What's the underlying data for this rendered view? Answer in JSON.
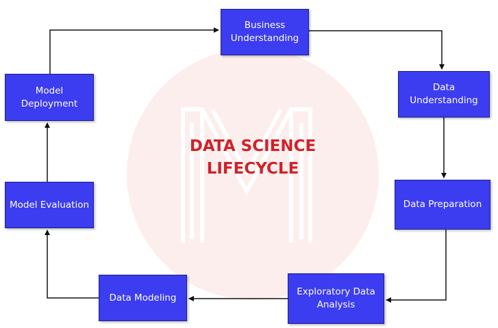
{
  "title_lines": [
    "DATA SCIENCE",
    "LIFECYCLE"
  ],
  "steps": [
    {
      "id": "business",
      "label": "Business Understanding"
    },
    {
      "id": "data-understanding",
      "label": "Data Understanding"
    },
    {
      "id": "data-preparation",
      "label": "Data Preparation"
    },
    {
      "id": "eda",
      "label": "Exploratory Data Analysis"
    },
    {
      "id": "data-modeling",
      "label": "Data Modeling"
    },
    {
      "id": "model-evaluation",
      "label": "Model Evaluation"
    },
    {
      "id": "model-deployment",
      "label": "Model Deployment"
    }
  ],
  "colors": {
    "box_fill": "#3c3cf0",
    "title": "#d0222a",
    "arrow": "#111111",
    "watermark": "#fdeeee"
  }
}
